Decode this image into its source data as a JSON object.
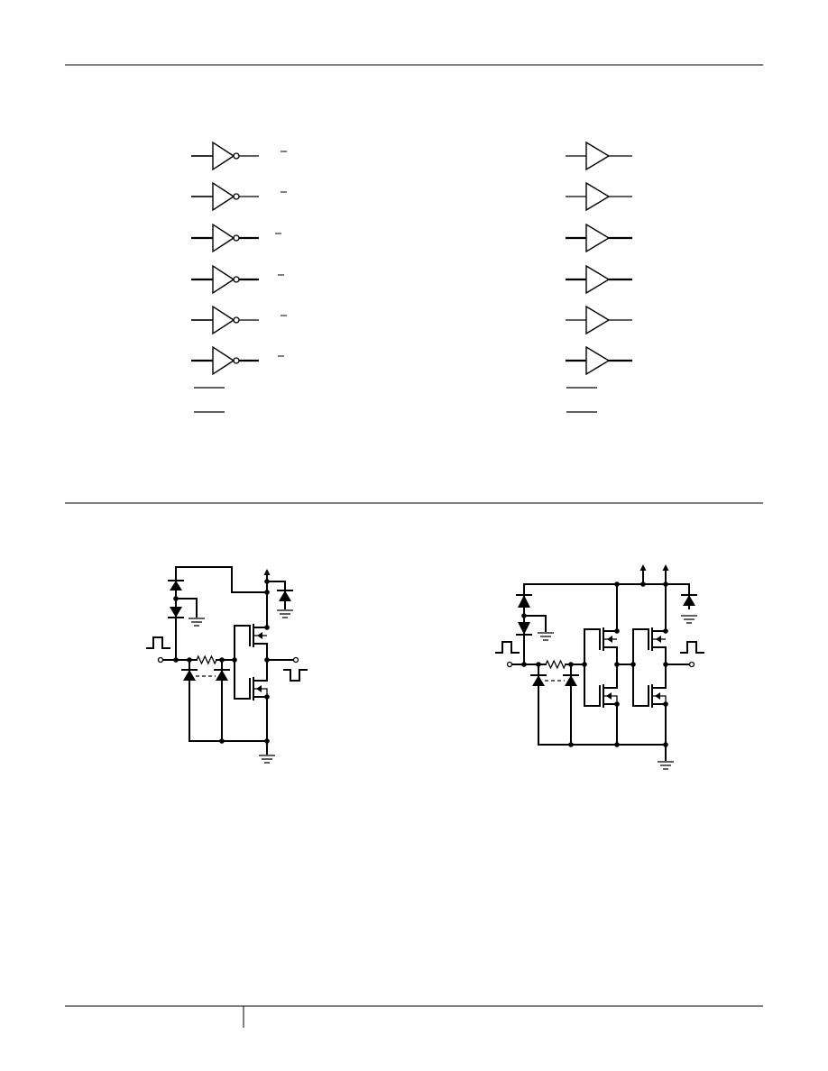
{
  "page": {
    "ink_color": "#000000",
    "background": "#ffffff"
  },
  "logic_diagrams": {
    "inverters": {
      "count": 6,
      "symbol": "inverter-gate-icon"
    },
    "buffers": {
      "count": 6,
      "symbol": "buffer-gate-icon"
    }
  },
  "schematics": [
    {
      "symbol": "inverting-cmos-input-protection-schematic",
      "stages": 1,
      "input_waveform": "positive-pulse",
      "output_waveform": "negative-pulse"
    },
    {
      "symbol": "non-inverting-cmos-input-protection-schematic",
      "stages": 2,
      "input_waveform": "positive-pulse",
      "output_waveform": "positive-pulse"
    }
  ]
}
